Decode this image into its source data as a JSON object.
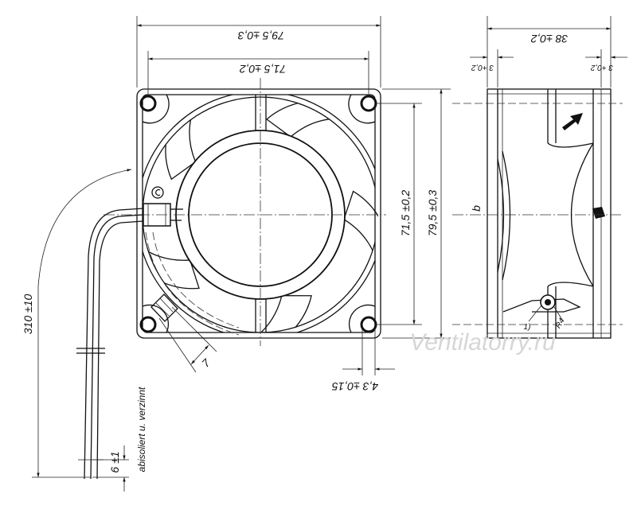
{
  "drawing": {
    "front_view": {
      "overall_width": "79,5 ±0,3",
      "hole_spacing_width": "71,5 ±0,2",
      "hole_spacing_height": "71,5 ±0,2",
      "overall_height": "79,5 ±0,3",
      "hole_diameter": "4,3 ±0,15",
      "diagonal_dim": "7"
    },
    "side_view": {
      "depth": "38 ±0,2",
      "flange_left": "3 +0,2",
      "flange_right": "3 +0,2",
      "label_b": "b",
      "radius": "R4",
      "note_ref": "1)"
    },
    "cable": {
      "length": "310 ±10",
      "strip_length": "6 ±1",
      "strip_note": "abisoliert u. verzinnt"
    },
    "watermark": "Ventilatorry.ru"
  }
}
